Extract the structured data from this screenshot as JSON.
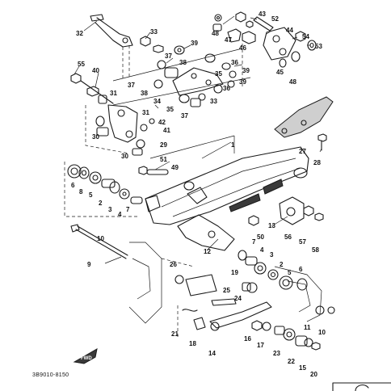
{
  "diagram": {
    "code": "3B9010-8150",
    "fwd_label": "FWD",
    "callouts": [
      "32",
      "33",
      "43",
      "52",
      "44",
      "48",
      "47",
      "46",
      "54",
      "53",
      "39",
      "37",
      "38",
      "36",
      "39",
      "45",
      "48",
      "55",
      "40",
      "31",
      "37",
      "38",
      "34",
      "35",
      "35",
      "37",
      "33",
      "36",
      "39",
      "31",
      "42",
      "41",
      "30",
      "29",
      "30",
      "1",
      "27",
      "28",
      "51",
      "49",
      "6",
      "8",
      "5",
      "2",
      "3",
      "4",
      "7",
      "13",
      "56",
      "57",
      "58",
      "50",
      "10",
      "9",
      "12",
      "7",
      "4",
      "3",
      "26",
      "19",
      "2",
      "5",
      "6",
      "25",
      "24",
      "11",
      "10",
      "21",
      "18",
      "14",
      "16",
      "17",
      "23",
      "22",
      "15",
      "20"
    ]
  }
}
